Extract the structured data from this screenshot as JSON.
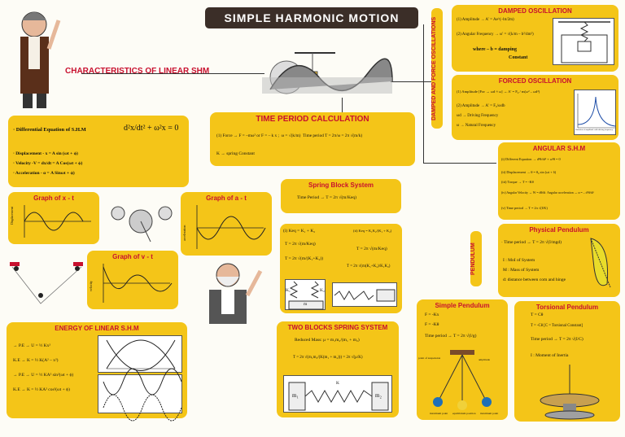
{
  "title": "SIMPLE HARMONIC MOTION",
  "characteristics": "CHARACTERISTICS OF LINEAR SHM",
  "diff_eq": {
    "label": "· Differential Equation of S.H.M",
    "eq": "d²x/dt² + ω²x = 0",
    "displacement": "· Displacement - x = A sin (ωt + ϕ)",
    "velocity": "· Velocity -V = dx/dt = A Cos(ωt + ϕ)",
    "acceleration": "· Acceleration - α = A Sinωt + ϕ)"
  },
  "graphs": {
    "x_t": "Graph of x - t",
    "a_t": "Graph of a - t",
    "v_t": "Graph of v - t",
    "displacement": "Displacement",
    "acceleration": "acceleration",
    "velocity": "velocity"
  },
  "energy": {
    "title": "ENERGY OF LINEAR S.H.M",
    "pe": "→ P.E → U = ½ Kx²",
    "ke": "K.E → K = ½ K(A² – x²)",
    "pe2": "→ P.E → U = ½ KA² sin²(ωt + ϕ)",
    "ke2": "K.E → K = ½ KA² cos²(ωt + ϕ)"
  },
  "time_period": {
    "title": "TIME PERIOD CALCULATION",
    "force": "(1) Force → F = –mω² or F = – k x ;  ω = √(k/m)  Time period T = 2π/ω = 2π √(m/k)",
    "k": "K → spring Constant"
  },
  "spring_block": {
    "title": "Spring Block System",
    "period": "Time Period → T = 2π √(m/Keq)",
    "series1": "(i) Keq = K₁ + K₂",
    "series2": "(ii) Keq = K₁K₂/(K₁ + K₂)",
    "t1": "T = 2π √(m/Keq)",
    "t2": "T = 2π √(m/(K₁+K₂))",
    "t3": "T = 2π √(m/Keq)",
    "t4": "T = 2π √(m(K₁+K₂)/K₁K₂)",
    "k1": "K₁",
    "k2": "K₂",
    "m": "m"
  },
  "two_blocks": {
    "title": "TWO BLOCKS SPRING SYSTEM",
    "mass": "Reduced Mass: μ = m₁m₂/(m₁ + m₂)",
    "period": "T = 2π √(m₁m₂/(K(m₁ + m₂))) = 2π √(μ/K)",
    "m1": "m₁",
    "m2": "m₂",
    "k": "K"
  },
  "damped": {
    "side": "DAMPED AND FORCE OSCILLATIONS",
    "title": "DAMPED OSCILLATION",
    "amp": "(1) Amplitude → A' = Ae^(–bt/2m)",
    "freq": "(2) Angular Frequency → ω' = √(k/m – b²/4m²)",
    "where": "where – b = damping",
    "const": "Constant"
  },
  "forced": {
    "title": "FORCED OSCILLATION",
    "amp": "(1) Amplitude [For → ωd ≈ ω] → A' = F₀ / m(ω² – ωd²)",
    "amp2": "(2) Amplitude → A' = F₀/ωdb",
    "wd": "ωd → Driving Frequency",
    "w": "ω → Natural Frequency",
    "caption": "Variation of amplitude with driving frequency"
  },
  "angular": {
    "title": "ANGULAR S.H.M",
    "l1": "(i) Different Equation → d²θ/dt² + ω²θ = 0",
    "l2": "(ii) Displacement → θ = θ₀ sin (ωt + δ)",
    "l3": "(iii) Torque → T = -Kθ",
    "l4": "(iv) Angular Velocity → W = dθ/dt  Angular acceleration → α = – d²θ/dt²",
    "l5": "(v) Time period → T = 2π √(I/K)"
  },
  "pendulum": {
    "side": "PENDULUM",
    "physical_title": "Physical Pendulum",
    "physical_t": "· Time period → T = 2π √(I/mgd)",
    "physical_i": "I : MoI of System",
    "physical_m": "M : Mass of System",
    "physical_d": "d: distance between com and hinge",
    "simple_title": "Simple Pendulum",
    "simple_f": "F = -Kx",
    "simple_fr": "F = -Kθ",
    "simple_t": "Time period → T = 2π √(l/g)",
    "suspension": "point of suspension",
    "amplitude": "amplitude",
    "max1": "maximum point",
    "eq": "equilibrium position",
    "max2": "maximum point",
    "torsional_title": "Torsional Pendulum",
    "tor_t": "T = Cθ",
    "tor_c": "T = -Cθ [C = Torsional Constant]",
    "tor_p": "Time period → T = 2π √(I/C)",
    "tor_i": "I : Moment of Inertia"
  }
}
